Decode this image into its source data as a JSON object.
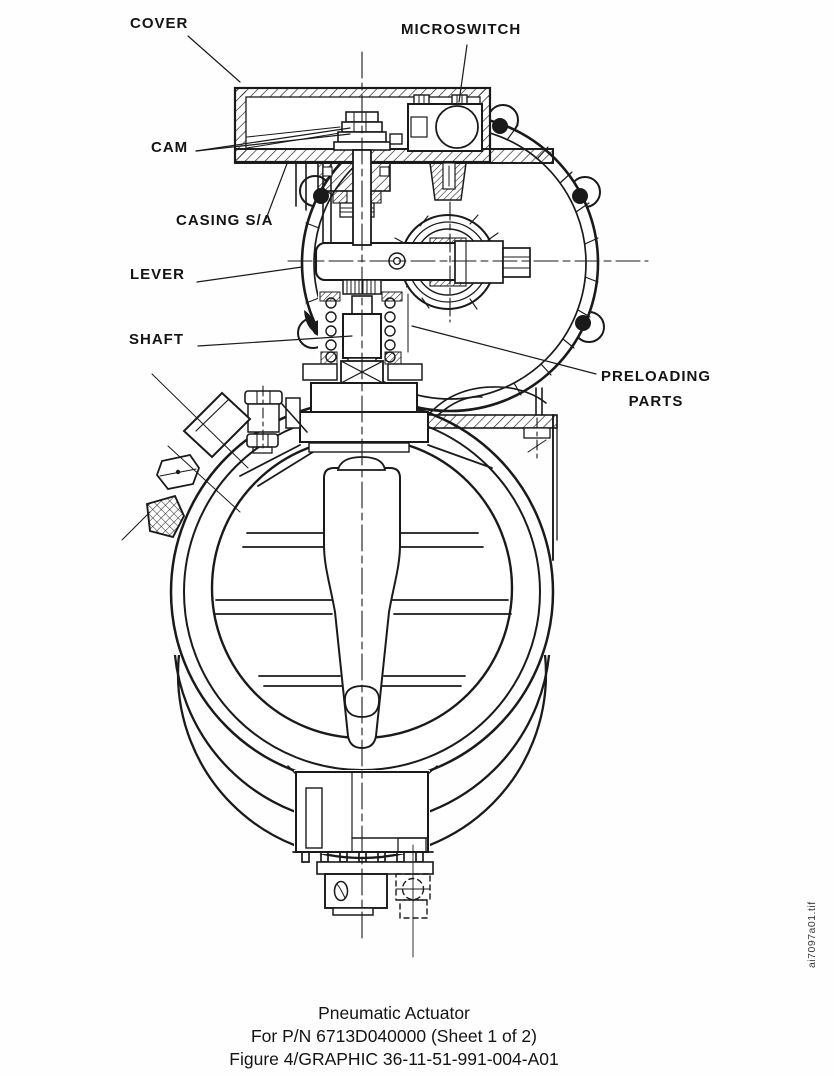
{
  "diagram": {
    "title_hint": "Pneumatic actuator cross-section engineering drawing",
    "ink_color": "#1a1a1a",
    "labels": {
      "cover": "COVER",
      "microswitch": "MICROSWITCH",
      "cam": "CAM",
      "casing": "CASING S/A",
      "lever": "LEVER",
      "shaft": "SHAFT",
      "preloading_line1": "PRELOADING",
      "preloading_line2": "PARTS"
    },
    "caption": {
      "line1": "Pneumatic Actuator",
      "line2": "For P/N 6713D040000 (Sheet 1 of 2)",
      "line3": "Figure 4/GRAPHIC 36-11-51-991-004-A01"
    },
    "watermark": "ai7097a01.tif"
  }
}
